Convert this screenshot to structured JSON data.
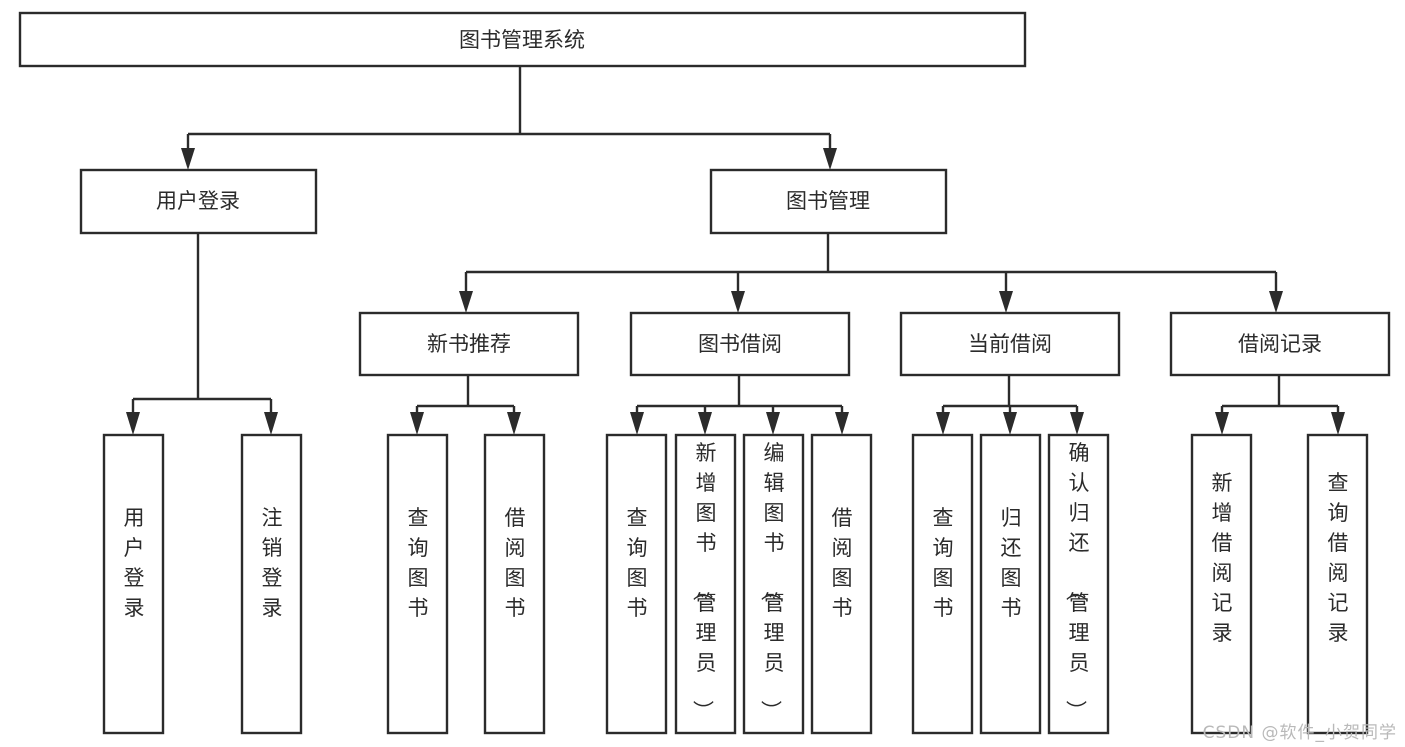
{
  "diagram": {
    "type": "tree",
    "title": "图书管理系统",
    "watermark": "CSDN @软件_小贺同学",
    "colors": {
      "box_stroke": "#2b2b2b",
      "box_fill": "#ffffff",
      "connector": "#2b2b2b",
      "watermark": "#b9b9b9",
      "background": "#ffffff"
    },
    "nodes": {
      "root": {
        "label": "图书管理系统"
      },
      "level2": [
        {
          "label": "用户登录"
        },
        {
          "label": "图书管理"
        }
      ],
      "level3": [
        {
          "label": "新书推荐"
        },
        {
          "label": "图书借阅"
        },
        {
          "label": "当前借阅"
        },
        {
          "label": "借阅记录"
        }
      ],
      "leaves": {
        "user_login": [
          {
            "label": "用户登录"
          },
          {
            "label": "注销登录"
          }
        ],
        "new_book_rec": [
          {
            "label": "查询图书"
          },
          {
            "label": "借阅图书"
          }
        ],
        "book_borrow": [
          {
            "label": "查询图书"
          },
          {
            "label": "新增图书（管理员）"
          },
          {
            "label": "编辑图书（管理员）"
          },
          {
            "label": "借阅图书"
          }
        ],
        "current_borrow": [
          {
            "label": "查询图书"
          },
          {
            "label": "归还图书"
          },
          {
            "label": "确认归还（管理员）"
          }
        ],
        "borrow_record": [
          {
            "label": "新增借阅记录"
          },
          {
            "label": "查询借阅记录"
          }
        ]
      }
    }
  }
}
